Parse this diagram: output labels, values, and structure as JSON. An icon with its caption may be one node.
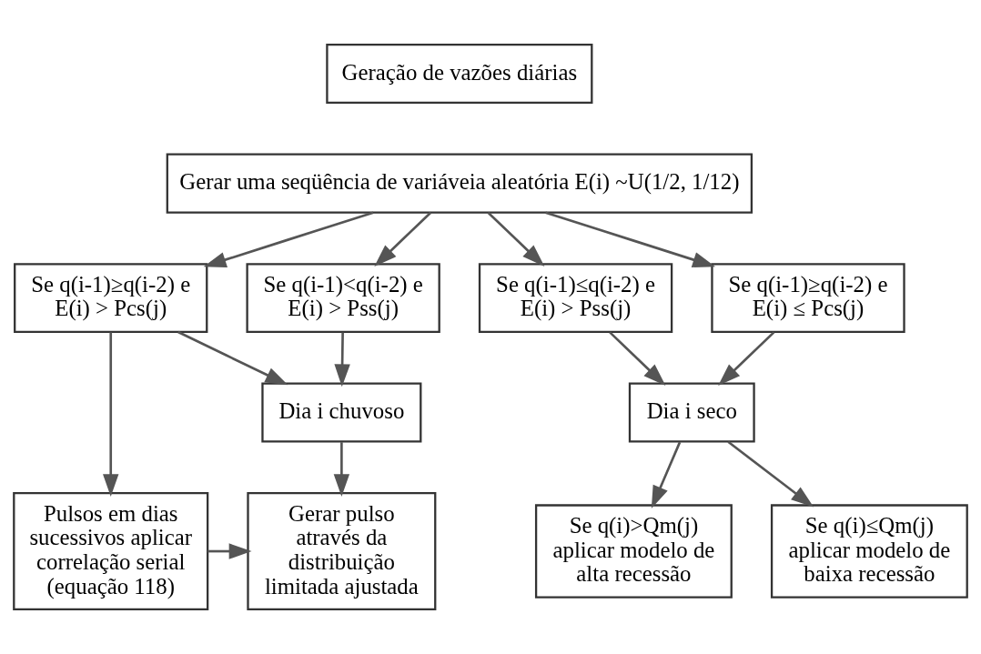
{
  "diagram": {
    "nodes": [
      {
        "text": [
          "Geração de vazões diárias"
        ]
      },
      {
        "text": [
          "Gerar uma seqüência de variáveia aleatória E(i) ~U(1/2, 1/12)"
        ]
      },
      {
        "text": [
          "Se q(i-1)<q(i-2) e E(i) > Pss(j)"
        ]
      },
      {
        "text": [
          "Se q(i-1)≤q(i-2) e E(i) > Pss(j)"
        ]
      },
      {
        "text": [
          "Se q(i-1)≥q(i-2) e E(i) > Pcs(j)"
        ]
      },
      {
        "text": [
          "Se q(i-1)≥q(i-2) e E(i) ≤ Pcs(j)"
        ]
      },
      {
        "text": [
          "Dia i chuvoso"
        ]
      },
      {
        "text": [
          "Dia i seco"
        ]
      },
      {
        "text": [
          "Gerar pulso através da distribuição limitada ajustada"
        ]
      },
      {
        "text": [
          "Pulsos em dias sucessivos aplicar correlação serial (equação 118)"
        ]
      },
      {
        "text": [
          "Se q(i)>Qm(j) aplicar modelo de alta recessão"
        ]
      },
      {
        "text": [
          "Se q(i)≤Qm(j) aplicar modelo de baixa recessão"
        ]
      }
    ],
    "edges": [
      {
        "from": 1,
        "to": 2,
        "arrow": "to"
      },
      {
        "from": 1,
        "to": 3,
        "arrow": "to"
      },
      {
        "from": 1,
        "to": 4,
        "arrow": "to"
      },
      {
        "from": 1,
        "to": 5,
        "arrow": "to"
      },
      {
        "from": 2,
        "to": 6,
        "arrow": "to"
      },
      {
        "from": 4,
        "to": 6,
        "arrow": "to"
      },
      {
        "from": 4,
        "to": 9,
        "arrow": "to"
      },
      {
        "from": 3,
        "to": 7,
        "arrow": "to"
      },
      {
        "from": 5,
        "to": 7,
        "arrow": "to"
      },
      {
        "from": 6,
        "to": 8,
        "arrow": "to"
      },
      {
        "from": 9,
        "to": 8,
        "arrow": "to"
      },
      {
        "from": 7,
        "to": 10,
        "arrow": "to"
      },
      {
        "from": 7,
        "to": 11,
        "arrow": "to"
      }
    ]
  }
}
